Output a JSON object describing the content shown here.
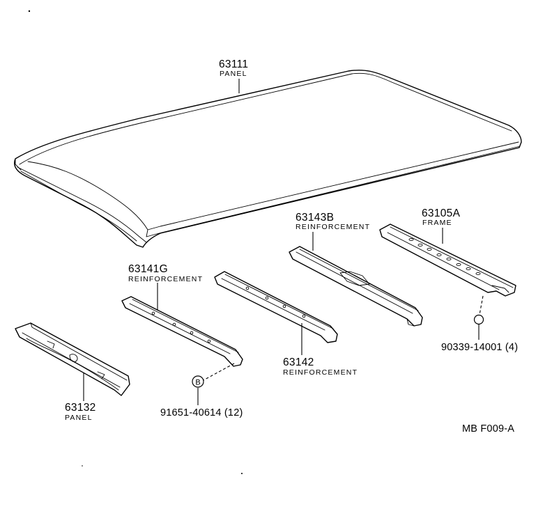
{
  "parts": {
    "roof_panel": {
      "number": "63111",
      "name": "PANEL"
    },
    "frame": {
      "number": "63105A",
      "name": "FRAME"
    },
    "reinforcement_b": {
      "number": "63143B",
      "name": "REINFORCEMENT"
    },
    "reinforcement_g": {
      "number": "63141G",
      "name": "REINFORCEMENT"
    },
    "reinforcement": {
      "number": "63142",
      "name": "REINFORCEMENT"
    },
    "rear_panel": {
      "number": "63132",
      "name": "PANEL"
    },
    "clip_frame": {
      "number": "90339-14001 (4)"
    },
    "clip_b": {
      "number": "91651-40614 (12)",
      "marker": "B"
    }
  },
  "diagram_code": "MB F009-A"
}
